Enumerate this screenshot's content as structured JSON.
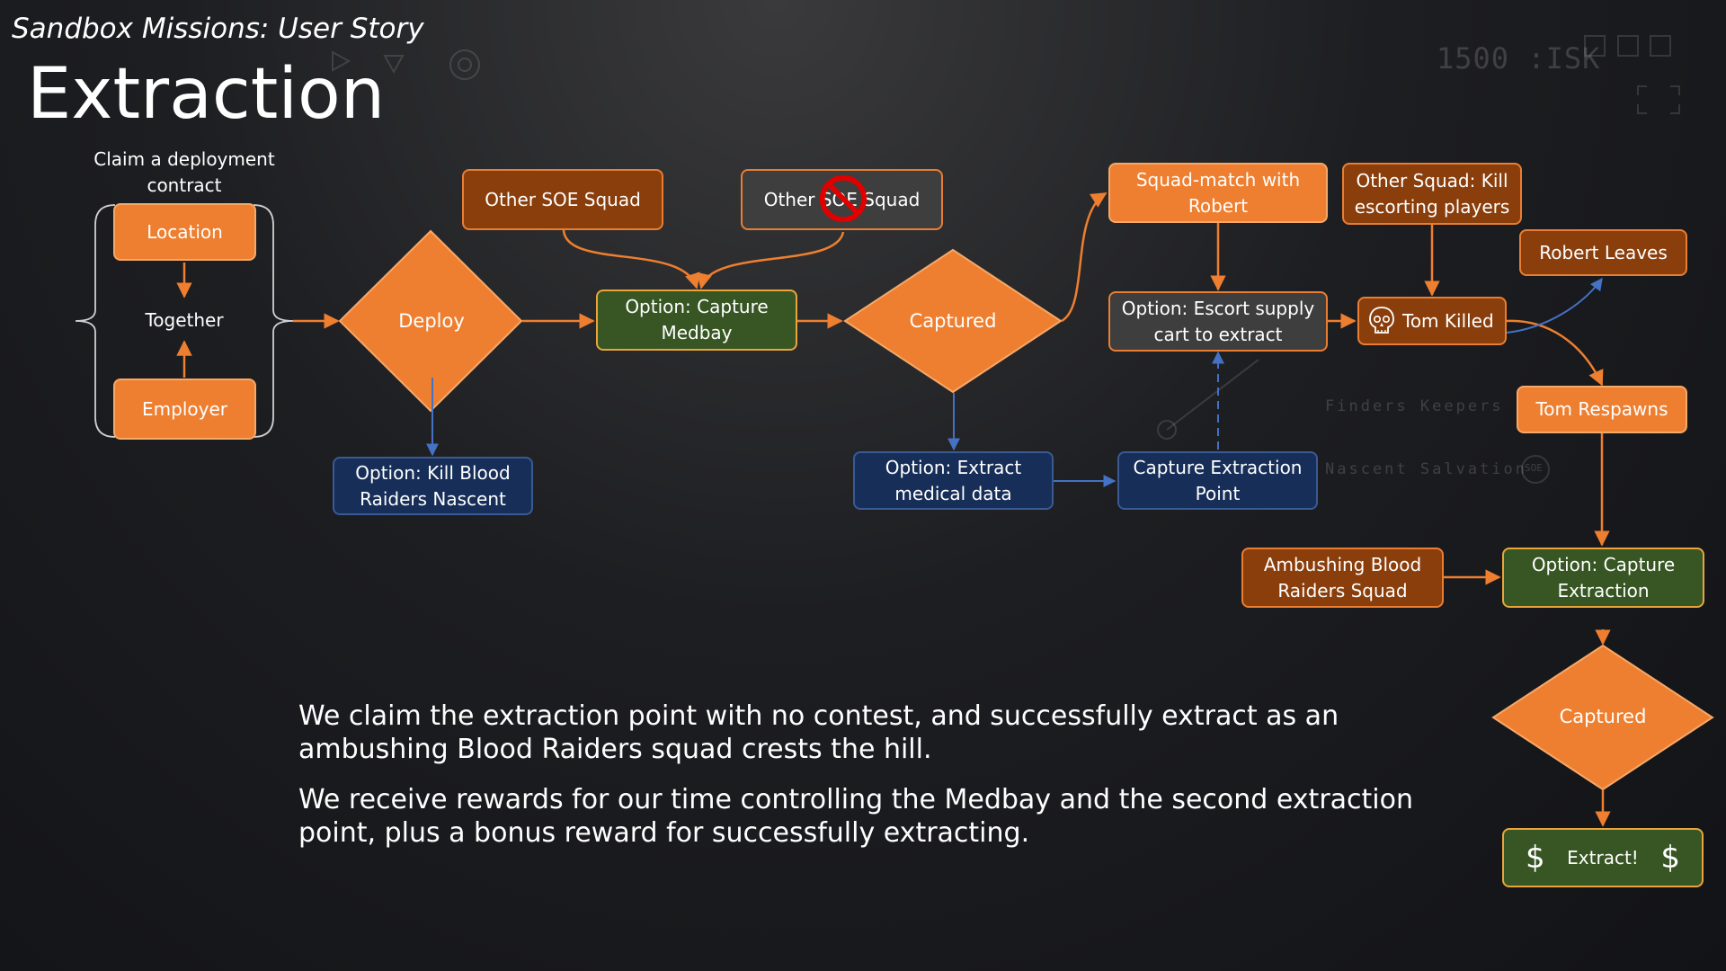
{
  "slide": {
    "subtitle": "Sandbox Missions: User Story",
    "title": "Extraction"
  },
  "background": {
    "isk_readout": "1500 :ISK",
    "label_finders": "Finders Keepers",
    "label_nascent": "Nascent Salvation",
    "soe_badge": "SOE"
  },
  "nodes": {
    "claim_contract": "Claim a deployment contract",
    "location": "Location",
    "together": "Together",
    "employer": "Employer",
    "deploy": "Deploy",
    "kill_blood_raiders": "Option: Kill Blood Raiders Nascent",
    "other_soe_squad": "Other SOE Squad",
    "other_soe_squad_blocked": "Other SOE Squad",
    "capture_medbay": "Option: Capture Medbay",
    "captured_1": "Captured",
    "extract_medical": "Option: Extract medical data",
    "capture_extraction_point": "Capture Extraction Point",
    "squad_match": "Squad-match with Robert",
    "escort_cart": "Option: Escort supply cart to extract",
    "other_squad_kill": "Other Squad: Kill escorting players",
    "tom_killed": "Tom Killed",
    "robert_leaves": "Robert Leaves",
    "tom_respawns": "Tom Respawns",
    "ambushing_squad": "Ambushing Blood Raiders Squad",
    "capture_extraction": "Option: Capture Extraction",
    "captured_2": "Captured",
    "extract": "Extract!",
    "dollar_left": "$",
    "dollar_right": "$"
  },
  "narrative": {
    "paragraph_1": "We claim the extraction point with no contest, and successfully extract as an ambushing Blood Raiders squad crests the hill.",
    "paragraph_2": "We receive rewards for our time controlling the Medbay and the second extraction point, plus a bonus reward for successfully extracting."
  },
  "colors": {
    "orange": "#ee7f30",
    "brown": "#8a3e0b",
    "green": "#375623",
    "navy": "#162e58",
    "arrow_orange": "#ee7f30",
    "arrow_blue": "#4472c4",
    "blocked_red": "#e00000"
  },
  "icons": {
    "skull": "skull-icon",
    "prohibited": "prohibited-icon"
  }
}
